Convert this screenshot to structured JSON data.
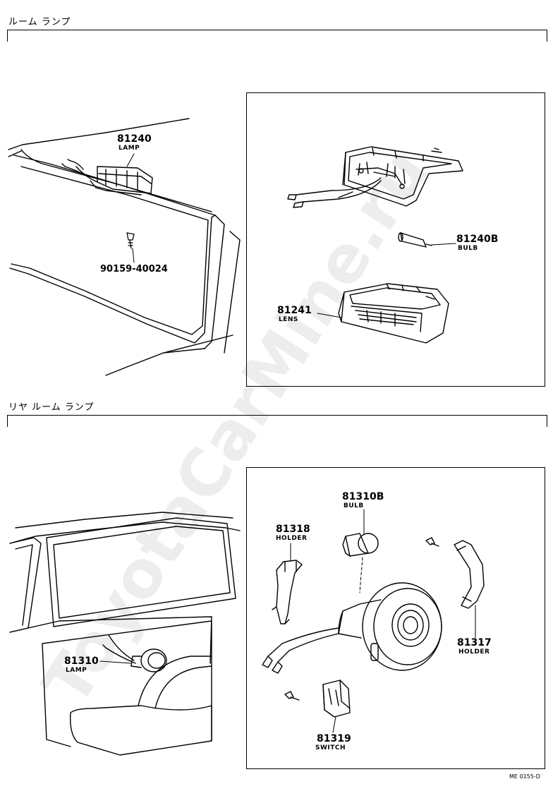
{
  "sections": [
    {
      "title": "ルーム ランプ",
      "parts": [
        {
          "number": "81240",
          "name": "LAMP"
        },
        {
          "number": "90159-40024",
          "name": ""
        },
        {
          "number": "81240B",
          "name": "BULB"
        },
        {
          "number": "81241",
          "name": "LENS"
        }
      ]
    },
    {
      "title": "リヤ ルーム ランプ",
      "parts": [
        {
          "number": "81310B",
          "name": "BULB"
        },
        {
          "number": "81318",
          "name": "HOLDER"
        },
        {
          "number": "81310",
          "name": "LAMP"
        },
        {
          "number": "81317",
          "name": "HOLDER"
        },
        {
          "number": "81319",
          "name": "SWITCH"
        }
      ]
    }
  ],
  "drawing_code": "ME 0155-D",
  "watermark": "ToyotaCarMine.ru"
}
